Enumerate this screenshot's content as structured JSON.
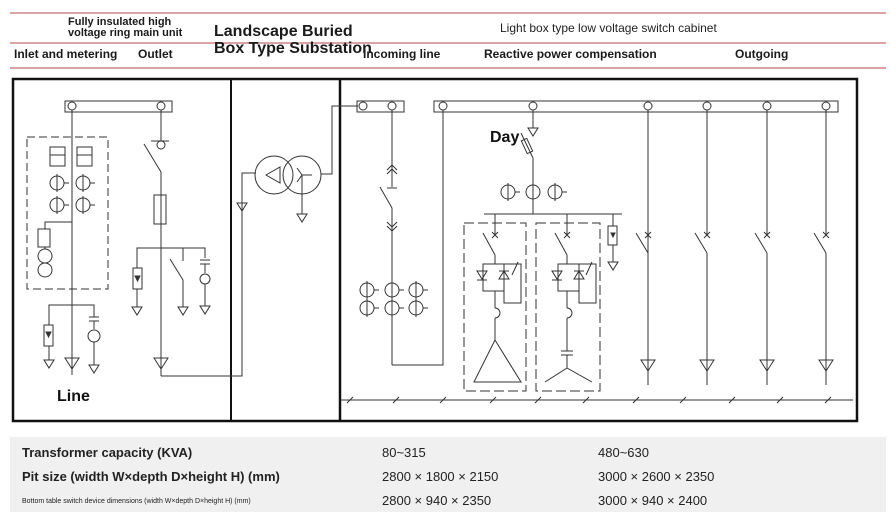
{
  "header": {
    "ring_main_unit": "Fully insulated high voltage ring main unit",
    "substation_title_line1": "Landscape Buried",
    "substation_title_line2": "Box Type Substation",
    "lv_cabinet": "Light box type low voltage switch cabinet",
    "inlet_metering": "Inlet and metering",
    "outlet": "Outlet",
    "incoming_line": "Incoming line",
    "reactive_comp": "Reactive power compensation",
    "outgoing": "Outgoing"
  },
  "diagram": {
    "line_label": "Line",
    "day_label": "Day"
  },
  "table": {
    "rows": [
      {
        "label": "Transformer capacity (KVA)",
        "v1": "80~315",
        "v2": "480~630"
      },
      {
        "label": "Pit size (width W×depth D×height H) (mm)",
        "v1": "2800 × 1800 × 2150",
        "v2": "3000 × 2600 × 2350"
      },
      {
        "label": "Bottom table switch device dimensions (width W×depth D×height H) (mm)",
        "v1": "2800 × 940 × 2350",
        "v2": "3000 × 940 × 2400"
      }
    ]
  },
  "colors": {
    "rule": "#d9a3a8",
    "table_bg": "#f0f0f0",
    "line": "#333333"
  }
}
